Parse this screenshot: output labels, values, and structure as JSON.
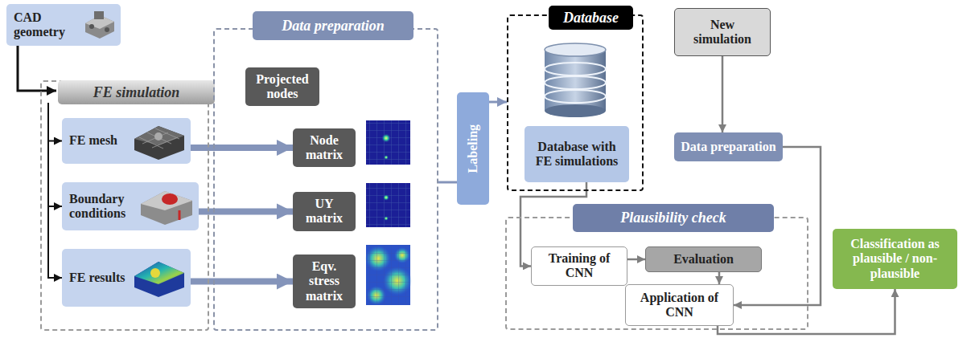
{
  "diagram": {
    "nodes": [
      {
        "text": [
          "CAD geometry"
        ]
      },
      {
        "text": [
          "FE simulation"
        ]
      },
      {
        "text": [
          "FE mesh"
        ],
        "in": 1
      },
      {
        "text": [
          "Boundary conditions"
        ],
        "in": 1
      },
      {
        "text": [
          "FE results"
        ],
        "in": 1
      },
      {
        "text": [
          "Data preparation"
        ]
      },
      {
        "text": [
          "Projected nodes"
        ],
        "in": 5
      },
      {
        "text": [
          "Node matrix"
        ],
        "in": 5
      },
      {
        "text": [
          "UY matrix"
        ],
        "in": 5
      },
      {
        "text": [
          "Eqv. stress matrix"
        ],
        "in": 5
      },
      {
        "text": [
          "Labeling"
        ]
      },
      {
        "text": [
          "Database"
        ]
      },
      {
        "text": [
          "Database with FE simulations"
        ],
        "in": 11
      },
      {
        "text": [
          "New simulation"
        ]
      },
      {
        "text": [
          "Data preparation"
        ]
      },
      {
        "text": [
          "Plausibility check"
        ]
      },
      {
        "text": [
          "Training of CNN"
        ],
        "in": 15
      },
      {
        "text": [
          "Evaluation"
        ],
        "in": 15
      },
      {
        "text": [
          "Application of CNN"
        ],
        "in": 15
      },
      {
        "text": [
          "Classification as plausible / non-plausible"
        ]
      }
    ],
    "edges": [
      {
        "from": 0,
        "to": 1,
        "arrow": "to"
      },
      {
        "from": 1,
        "to": 2,
        "arrow": "to"
      },
      {
        "from": 1,
        "to": 3,
        "arrow": "to"
      },
      {
        "from": 1,
        "to": 4,
        "arrow": "to"
      },
      {
        "from": 2,
        "to": 7,
        "arrow": "to"
      },
      {
        "from": 3,
        "to": 8,
        "arrow": "to"
      },
      {
        "from": 4,
        "to": 9,
        "arrow": "to"
      },
      {
        "from": 5,
        "to": 10,
        "arrow": "none"
      },
      {
        "from": 10,
        "to": 11,
        "arrow": "to"
      },
      {
        "from": 12,
        "to": 16,
        "arrow": "to"
      },
      {
        "from": 16,
        "to": 17,
        "arrow": "to"
      },
      {
        "from": 17,
        "to": 18,
        "arrow": "to"
      },
      {
        "from": 13,
        "to": 14,
        "arrow": "to"
      },
      {
        "from": 14,
        "to": 18,
        "arrow": "to"
      },
      {
        "from": 18,
        "to": 19,
        "arrow": "to"
      }
    ]
  }
}
